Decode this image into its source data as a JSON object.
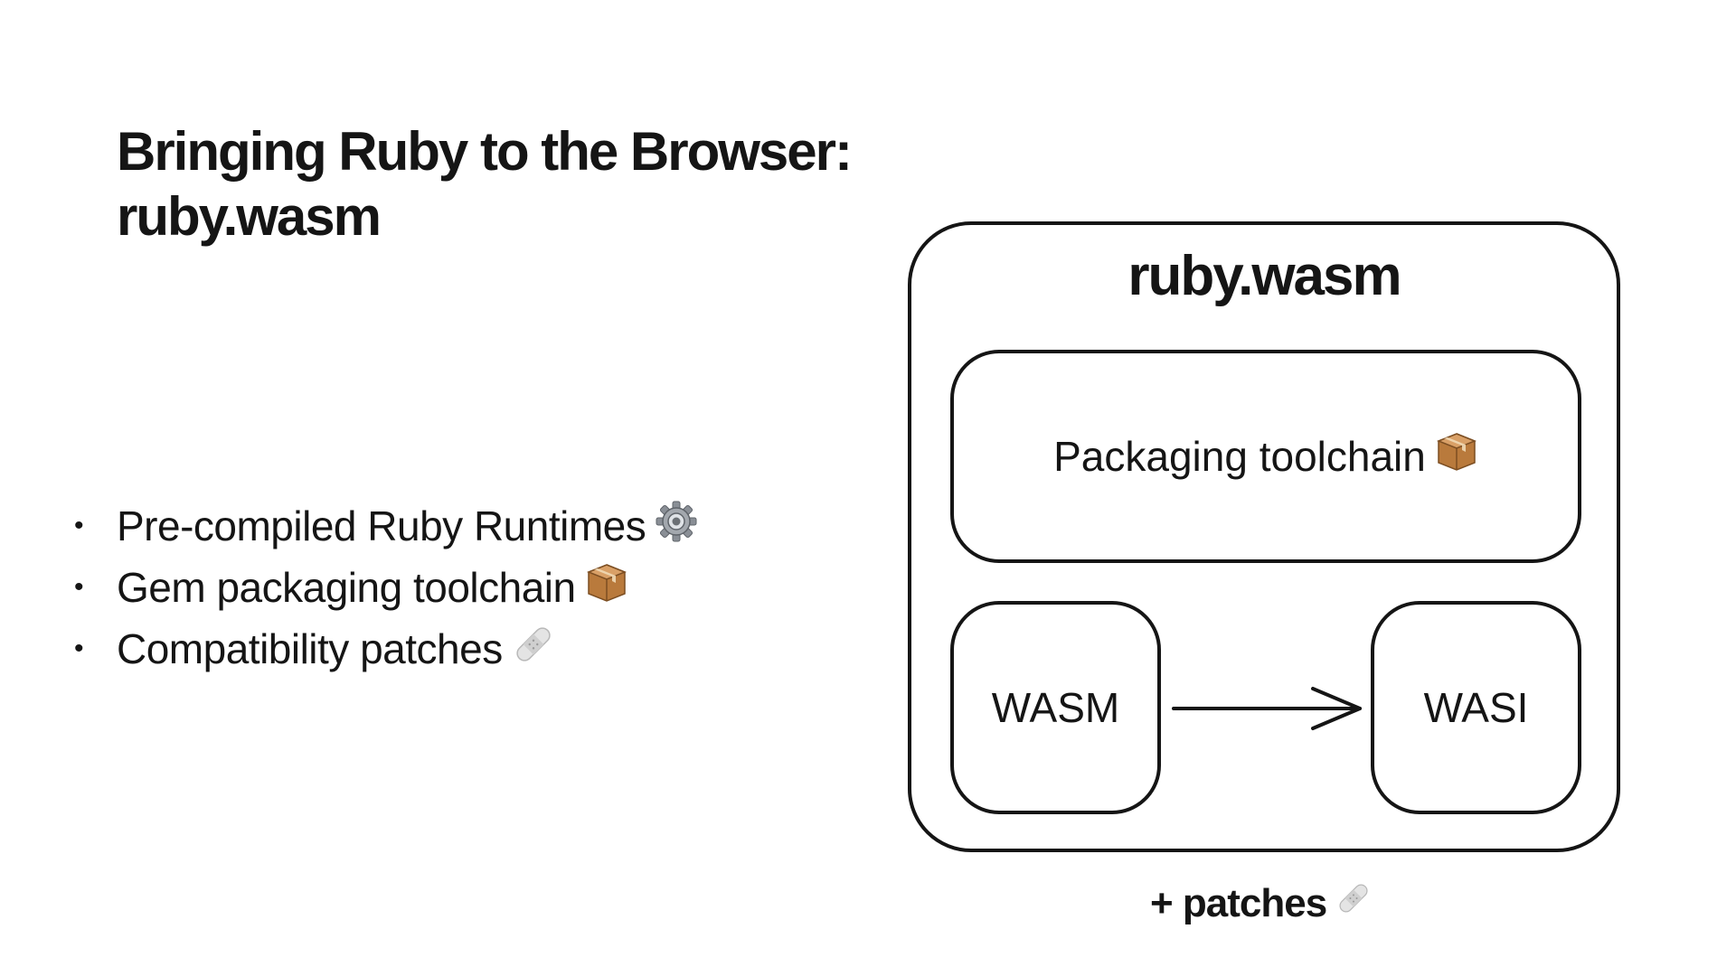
{
  "slide": {
    "title_line1": "Bringing Ruby to the Browser:",
    "title_line2": "ruby.wasm"
  },
  "bullets": [
    {
      "dot": "•",
      "text": "Pre-compiled Ruby Runtimes",
      "icon": "gear-icon"
    },
    {
      "dot": "•",
      "text": "Gem packaging toolchain",
      "icon": "package-icon"
    },
    {
      "dot": "•",
      "text": "Compatibility patches",
      "icon": "bandage-icon"
    }
  ],
  "diagram": {
    "title": "ruby.wasm",
    "packaging_label": "Packaging toolchain",
    "packaging_icon": "package-icon",
    "wasm_label": "WASM",
    "wasi_label": "WASI",
    "arrow": "WASM → WASI",
    "caption": "+ patches",
    "caption_icon": "bandage-icon"
  },
  "colors": {
    "ink": "#151515",
    "background": "#ffffff",
    "box_brown": "#b97a3c",
    "bandage": "#d9d9d9"
  }
}
